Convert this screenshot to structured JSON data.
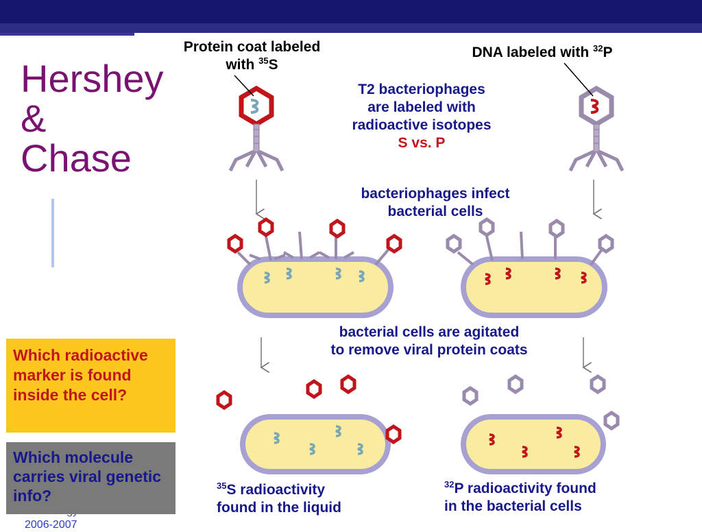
{
  "title": {
    "line1": "Hershey",
    "line2": "&",
    "line3": "Chase"
  },
  "labels": {
    "protein_coat_line1": "Protein coat labeled",
    "protein_coat_with": "with ",
    "protein_coat_sup": "35",
    "protein_coat_el": "S",
    "dna_text": "DNA labeled with ",
    "dna_sup": "32",
    "dna_el": "P",
    "t2_line1": "T2 bacteriophages",
    "t2_line2": "are labeled with",
    "t2_line3": "radioactive isotopes",
    "t2_line4": "S vs. P",
    "infect_line1": "bacteriophages infect",
    "infect_line2": "bacterial cells",
    "agitate_line1": "bacterial cells are agitated",
    "agitate_line2": "to remove viral protein coats",
    "result_s_sup": "35",
    "result_s_line1": "S radioactivity",
    "result_s_line2": "found in the liquid",
    "result_p_sup": "32",
    "result_p_line1": "P radioactivity found",
    "result_p_line2": "in the bacterial cells"
  },
  "questions": {
    "q1": "Which radioactive marker is found inside the cell?",
    "q2": "Which molecule carries viral genetic info?"
  },
  "footer": {
    "line1": "AP Biology",
    "line2": "2006-2007"
  },
  "colors": {
    "title": "#7a1273",
    "label_blue": "#17188a",
    "accent_red": "#c2141b",
    "header_bar": "#15156b",
    "question1_bg": "#fdc71f",
    "question2_bg": "#7a7a7a",
    "cell_fill": "#f9eca0",
    "cell_border": "#a7a1d3"
  }
}
